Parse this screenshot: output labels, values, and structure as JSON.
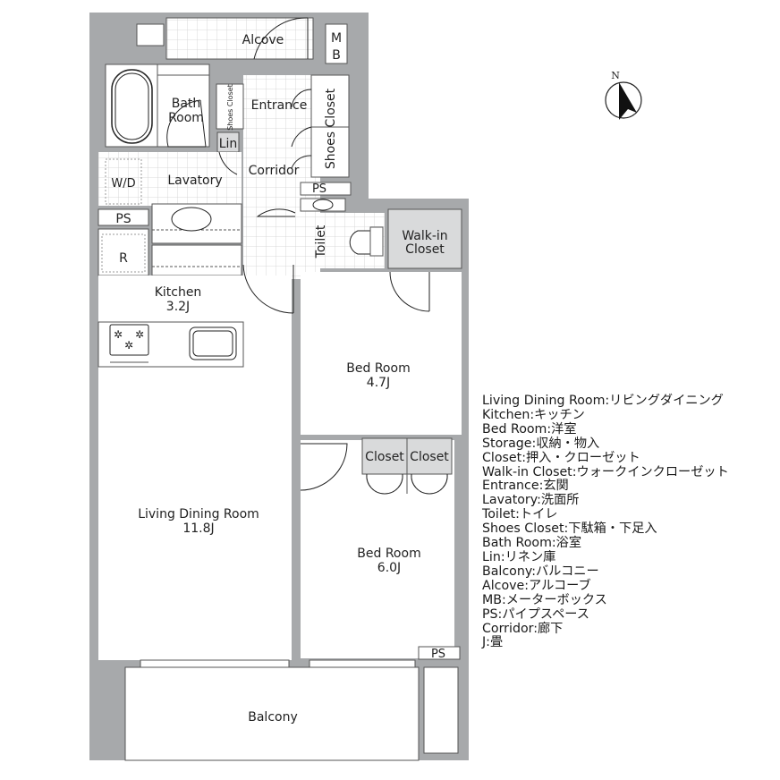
{
  "floor_plan": {
    "rooms": {
      "alcove": "Alcove",
      "mb_top": "M",
      "mb_bottom": "B",
      "bath_room_line1": "Bath",
      "bath_room_line2": "Room",
      "shoes_closet_small": "Shoes Closet",
      "entrance": "Entrance",
      "shoes_closet": "Shoes Closet",
      "lin": "Lin",
      "corridor": "Corridor",
      "wd": "W/D",
      "lavatory": "Lavatory",
      "ps_top": "PS",
      "ps_left": "PS",
      "ps_bottom": "PS",
      "refrigerator": "R",
      "toilet": "Toilet",
      "walk_in_closet_line1": "Walk-in",
      "walk_in_closet_line2": "Closet",
      "kitchen": "Kitchen",
      "kitchen_size": "3.2J",
      "bed_room_1": "Bed Room",
      "bed_room_1_size": "4.7J",
      "closet_1": "Closet",
      "closet_2": "Closet",
      "living_dining": "Living Dining Room",
      "living_dining_size": "11.8J",
      "bed_room_2": "Bed Room",
      "bed_room_2_size": "6.0J",
      "balcony": "Balcony"
    },
    "compass": {
      "label": "N"
    },
    "colors": {
      "wall": "#a7a9ab",
      "storage": "#d9dadb",
      "line": "#222222",
      "grid": "#c9c9c9"
    }
  },
  "legend": [
    "Living Dining Room:リビングダイニング",
    "Kitchen:キッチン",
    "Bed Room:洋室",
    "Storage:収納・物入",
    "Closet:押入・クローゼット",
    "Walk-in Closet:ウォークインクローゼット",
    "Entrance:玄関",
    "Lavatory:洗面所",
    "Toilet:トイレ",
    "Shoes Closet:下駄箱・下足入",
    "Bath Room:浴室",
    "Lin:リネン庫",
    "Balcony:バルコニー",
    "Alcove:アルコーブ",
    "MB:メーターボックス",
    "PS:パイプスペース",
    "Corridor:廊下",
    "J:畳"
  ]
}
